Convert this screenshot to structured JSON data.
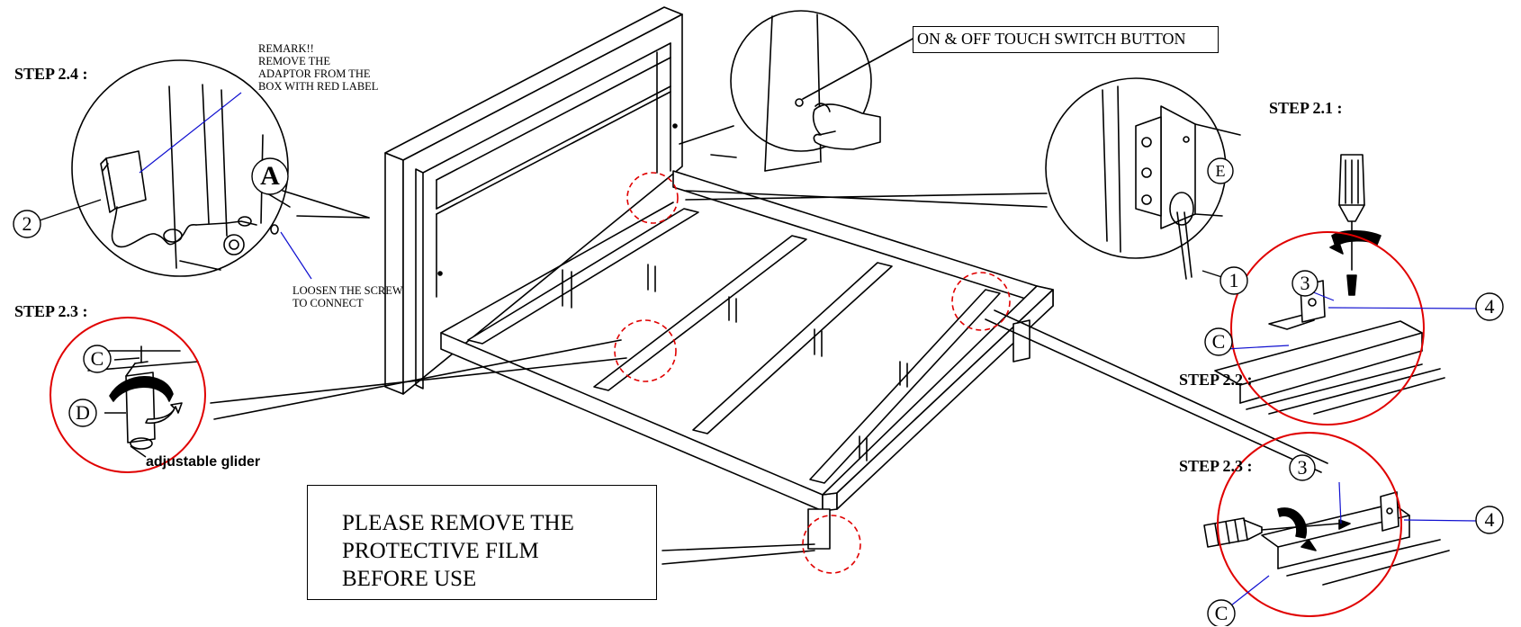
{
  "steps": {
    "step_2_4": "STEP 2.4 :",
    "step_2_3_left": "STEP 2.3 :",
    "step_2_1": "STEP 2.1 :",
    "step_2_2": "STEP 2.2 :",
    "step_2_3_right": "STEP 2.3 :"
  },
  "remark": [
    "REMARK!!",
    "REMOVE THE",
    "ADAPTOR FROM THE",
    "BOX WITH RED LABEL"
  ],
  "loosen": [
    "LOOSEN THE SCREW",
    "TO CONNECT"
  ],
  "switch_label": "ON & OFF TOUCH SWITCH BUTTON",
  "film_notice": [
    "PLEASE REMOVE THE",
    "PROTECTIVE FILM",
    "BEFORE USE"
  ],
  "glider_label": "adjustable glider",
  "part_letters": {
    "a": "A",
    "c": "C",
    "d": "D",
    "e": "E"
  },
  "part_numbers": {
    "n1": "1",
    "n2": "2",
    "n3": "3",
    "n4": "4"
  },
  "colors": {
    "line": "#000000",
    "detail_circle": "#e00000",
    "leader": "#1010d0"
  }
}
